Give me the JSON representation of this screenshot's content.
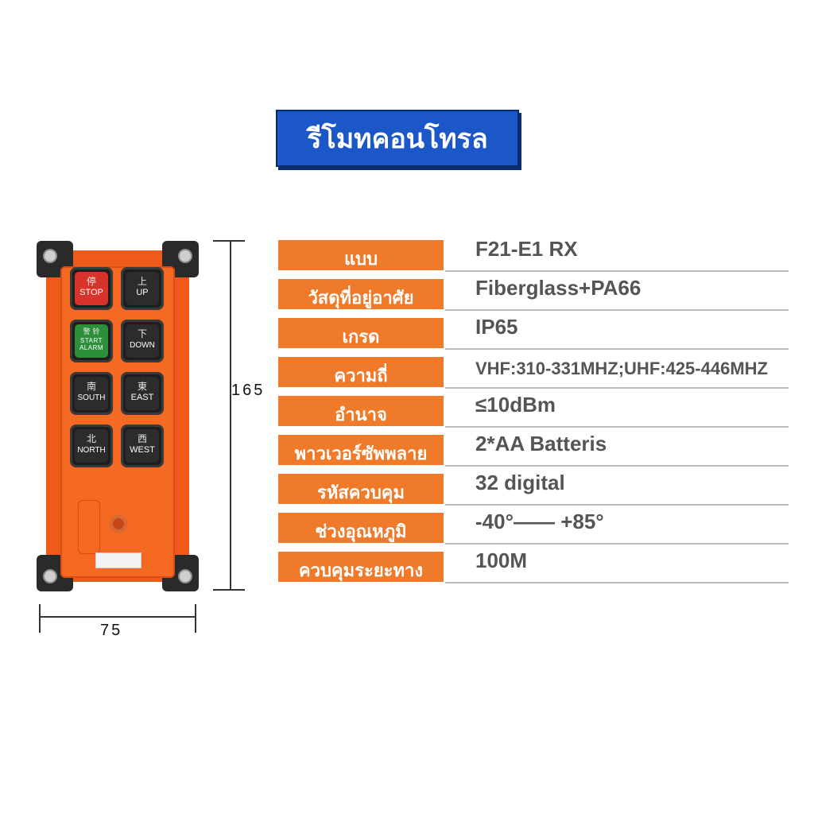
{
  "title": "รีโมทคอนโทรล",
  "remote": {
    "buttons": [
      {
        "cjk": "停",
        "label": "STOP",
        "color": "#d8332a"
      },
      {
        "cjk": "上",
        "label": "UP",
        "color": "#2c2c2c"
      },
      {
        "cjk": "警 铃",
        "label": "START ALARM",
        "color": "#2e8f3a"
      },
      {
        "cjk": "下",
        "label": "DOWN",
        "color": "#2c2c2c"
      },
      {
        "cjk": "南",
        "label": "SOUTH",
        "color": "#2c2c2c"
      },
      {
        "cjk": "東",
        "label": "EAST",
        "color": "#2c2c2c"
      },
      {
        "cjk": "北",
        "label": "NORTH",
        "color": "#2c2c2c"
      },
      {
        "cjk": "西",
        "label": "WEST",
        "color": "#2c2c2c"
      }
    ],
    "body_color": "#ef5a1a"
  },
  "dimensions": {
    "height": "165",
    "width": "75"
  },
  "specs": [
    {
      "label": "แบบ",
      "value": "F21-E1 RX"
    },
    {
      "label": "วัสดุที่อยู่อาศัย",
      "value": "Fiberglass+PA66"
    },
    {
      "label": "เกรด",
      "value": "IP65"
    },
    {
      "label": "ความถี่",
      "value": "VHF:310-331MHZ;UHF:425-446MHZ"
    },
    {
      "label": "อำนาจ",
      "value": "≤10dBm"
    },
    {
      "label": "พาวเวอร์ซัพพลาย",
      "value": "2*AA Batteris"
    },
    {
      "label": "รหัสควบคุม",
      "value": "32 digital"
    },
    {
      "label": "ช่วงอุณหภูมิ",
      "value": "-40°—— +85°"
    },
    {
      "label": "ควบคุมระยะทาง",
      "value": "100M"
    }
  ],
  "colors": {
    "title_bg": "#1c57c8",
    "label_bg": "#ef7a2a"
  }
}
